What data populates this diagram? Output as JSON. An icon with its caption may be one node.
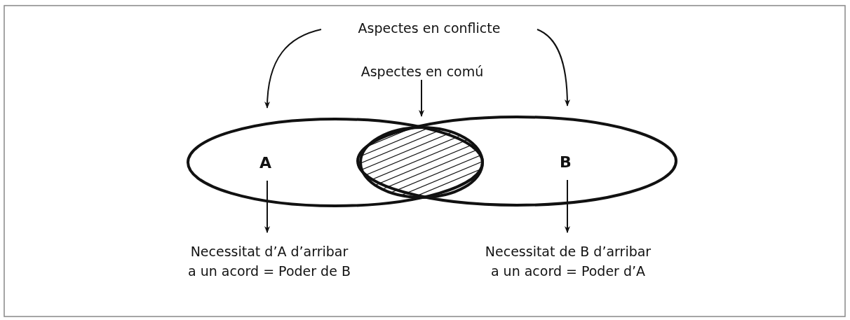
{
  "diagram": {
    "nodes": [
      {
        "text": [
          "Aspectes en conflicte"
        ]
      },
      {
        "text": [
          "Aspectes en comú"
        ]
      },
      {
        "text": [
          "A"
        ]
      },
      {
        "text": [
          "B"
        ]
      },
      {
        "text": [],
        "shape": "ellipse"
      },
      {
        "text": [
          "Necessitat d’A d’arribar a un acord = Poder de B"
        ]
      },
      {
        "text": [
          "Necessitat de B d’arribar a un acord = Poder d’A"
        ]
      }
    ],
    "edges": [
      {
        "from": 0,
        "to": 2,
        "arrow": "to"
      },
      {
        "from": 0,
        "to": 3,
        "arrow": "to"
      },
      {
        "from": 1,
        "to": 4,
        "arrow": "to"
      },
      {
        "from": 2,
        "to": 5,
        "arrow": "to"
      },
      {
        "from": 3,
        "to": 6,
        "arrow": "to"
      }
    ]
  }
}
